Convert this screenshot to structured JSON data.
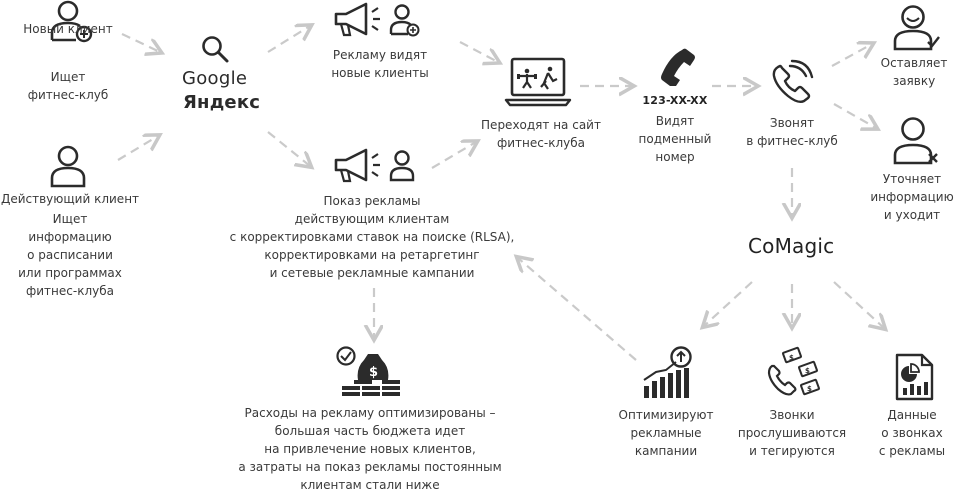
{
  "new_client": {
    "title": "Новый клиент",
    "desc": "Ищет\nфитнес-клуб"
  },
  "existing_client": {
    "title": "Действующий клиент",
    "desc": "Ищет\nинформацию\nо расписании\nили программах\nфитнес-клуба"
  },
  "search": {
    "google": "Google",
    "yandex": "Яндекс"
  },
  "ads_new": "Рекламу видят\nновые клиенты",
  "ads_existing": "Показ рекламы\nдействующим клиентам\nс корректировками ставок на поиске (RLSA),\nкорректировками на ретаргетинг\nи сетевые рекламные кампании",
  "site_visit": "Переходят на сайт\nфитнес-клуба",
  "phone": {
    "number": "123-XX-XX",
    "label": "Видят\nподменный\nномер"
  },
  "call": "Звонят\nв фитнес-клуб",
  "leave_request": "Оставляет\nзаявку",
  "clarify_leave": "Уточняет\nинформацию\nи уходит",
  "brand": "CoMagic",
  "optimize_campaigns": "Оптимизируют\nрекламные\nкампании",
  "calls_listened": "Звонки\nпрослушиваются\nи тегируются",
  "call_data": "Данные\nо звонках\nс рекламы",
  "result": "Расходы на рекламу оптимизированы –\nбольшая часть бюджета идет\nна привлечение новых клиентов,\nа затраты на показ рекламы постоянным\nклиентам стали ниже",
  "colors": {
    "ink": "#2b2b2b",
    "arrow": "#c8c8c8"
  },
  "icons": [
    "new-client-icon",
    "existing-client-icon",
    "search-icon",
    "megaphone-icon",
    "laptop-icon",
    "phone-icon",
    "call-icon",
    "user-check-icon",
    "user-x-icon",
    "growth-chart-icon",
    "phone-money-icon",
    "report-icon",
    "money-stack-icon"
  ]
}
